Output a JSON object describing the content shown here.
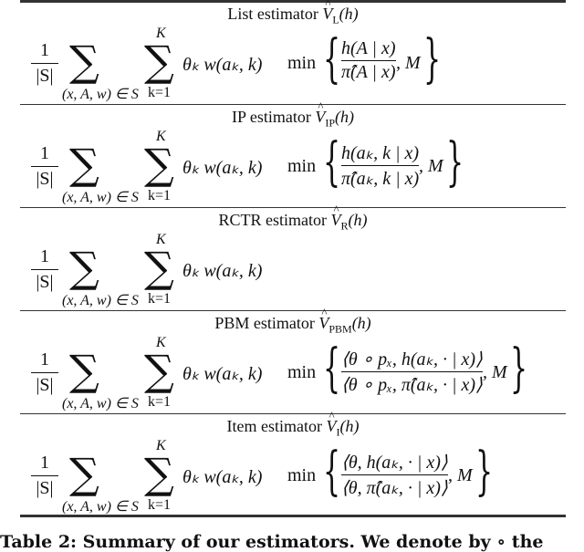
{
  "table": {
    "common": {
      "one": "1",
      "set_size": "|S|",
      "sum_symbol": "∑",
      "outer_sum_index": "(x, A, w) ∈ S",
      "inner_sum_upper": "K",
      "inner_sum_lower": "k=1",
      "weight_term": "θₖ w(aₖ, k)",
      "min_label": "min",
      "clip_term": ", M"
    },
    "rows": [
      {
        "title": "List estimator",
        "estimator_symbol": "V",
        "subscript": "L",
        "arg": "(h)",
        "numerator": "h(A | x)",
        "denominator": "π̂(A | x)"
      },
      {
        "title": "IP estimator",
        "estimator_symbol": "V",
        "subscript": "IP",
        "arg": "(h)",
        "numerator": "h(aₖ, k | x)",
        "denominator": "π̂(aₖ, k | x)"
      },
      {
        "title": "RCTR estimator",
        "estimator_symbol": "V",
        "subscript": "R",
        "arg": "(h)",
        "numerator": null,
        "denominator": null
      },
      {
        "title": "PBM estimator",
        "estimator_symbol": "V",
        "subscript": "PBM",
        "arg": "(h)",
        "numerator": "⟨θ ∘ pₓ, h(aₖ, · | x)⟩",
        "denominator": "⟨θ ∘ pₓ, π̂(aₖ, · | x)⟩"
      },
      {
        "title": "Item estimator",
        "estimator_symbol": "V",
        "subscript": "I",
        "arg": "(h)",
        "numerator": "⟨θ, h(aₖ, · | x)⟩",
        "denominator": "⟨θ, π̂(aₖ, · | x)⟩"
      }
    ]
  },
  "caption": "Table 2: Summary of our estimators. We denote by ∘ the"
}
